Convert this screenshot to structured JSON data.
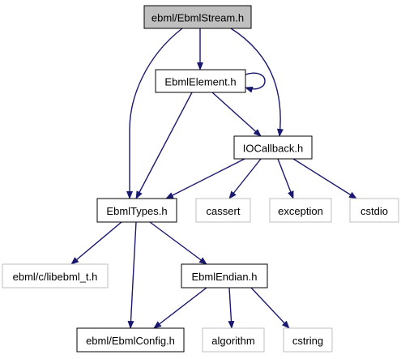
{
  "graph": {
    "colors": {
      "edge": "#191970",
      "node_border": "#000000",
      "external_border": "#bfbfbf",
      "root_fill": "#bfbfbf",
      "text": "#000000",
      "external_text": "#000000"
    },
    "nodes": [
      {
        "id": "ebmlstream",
        "label": "ebml/EbmlStream.h",
        "kind": "root"
      },
      {
        "id": "ebmlelement",
        "label": "EbmlElement.h",
        "kind": "internal"
      },
      {
        "id": "iocallback",
        "label": "IOCallback.h",
        "kind": "internal"
      },
      {
        "id": "ebmltypes",
        "label": "EbmlTypes.h",
        "kind": "internal"
      },
      {
        "id": "cassert",
        "label": "cassert",
        "kind": "external"
      },
      {
        "id": "exception",
        "label": "exception",
        "kind": "external"
      },
      {
        "id": "cstdio",
        "label": "cstdio",
        "kind": "external"
      },
      {
        "id": "libebml_t",
        "label": "ebml/c/libebml_t.h",
        "kind": "external"
      },
      {
        "id": "ebmlendian",
        "label": "EbmlEndian.h",
        "kind": "internal"
      },
      {
        "id": "ebmlconfig",
        "label": "ebml/EbmlConfig.h",
        "kind": "internal"
      },
      {
        "id": "algorithm",
        "label": "algorithm",
        "kind": "external"
      },
      {
        "id": "cstring",
        "label": "cstring",
        "kind": "external"
      }
    ],
    "edges": [
      {
        "from": "ebmlstream",
        "to": "ebmlelement"
      },
      {
        "from": "ebmlstream",
        "to": "ebmltypes"
      },
      {
        "from": "ebmlstream",
        "to": "iocallback"
      },
      {
        "from": "ebmlelement",
        "to": "ebmlelement"
      },
      {
        "from": "ebmlelement",
        "to": "ebmltypes"
      },
      {
        "from": "ebmlelement",
        "to": "iocallback"
      },
      {
        "from": "iocallback",
        "to": "ebmltypes"
      },
      {
        "from": "iocallback",
        "to": "cassert"
      },
      {
        "from": "iocallback",
        "to": "exception"
      },
      {
        "from": "iocallback",
        "to": "cstdio"
      },
      {
        "from": "ebmltypes",
        "to": "libebml_t"
      },
      {
        "from": "ebmltypes",
        "to": "ebmlconfig"
      },
      {
        "from": "ebmltypes",
        "to": "ebmlendian"
      },
      {
        "from": "ebmlendian",
        "to": "ebmlconfig"
      },
      {
        "from": "ebmlendian",
        "to": "algorithm"
      },
      {
        "from": "ebmlendian",
        "to": "cstring"
      }
    ]
  }
}
